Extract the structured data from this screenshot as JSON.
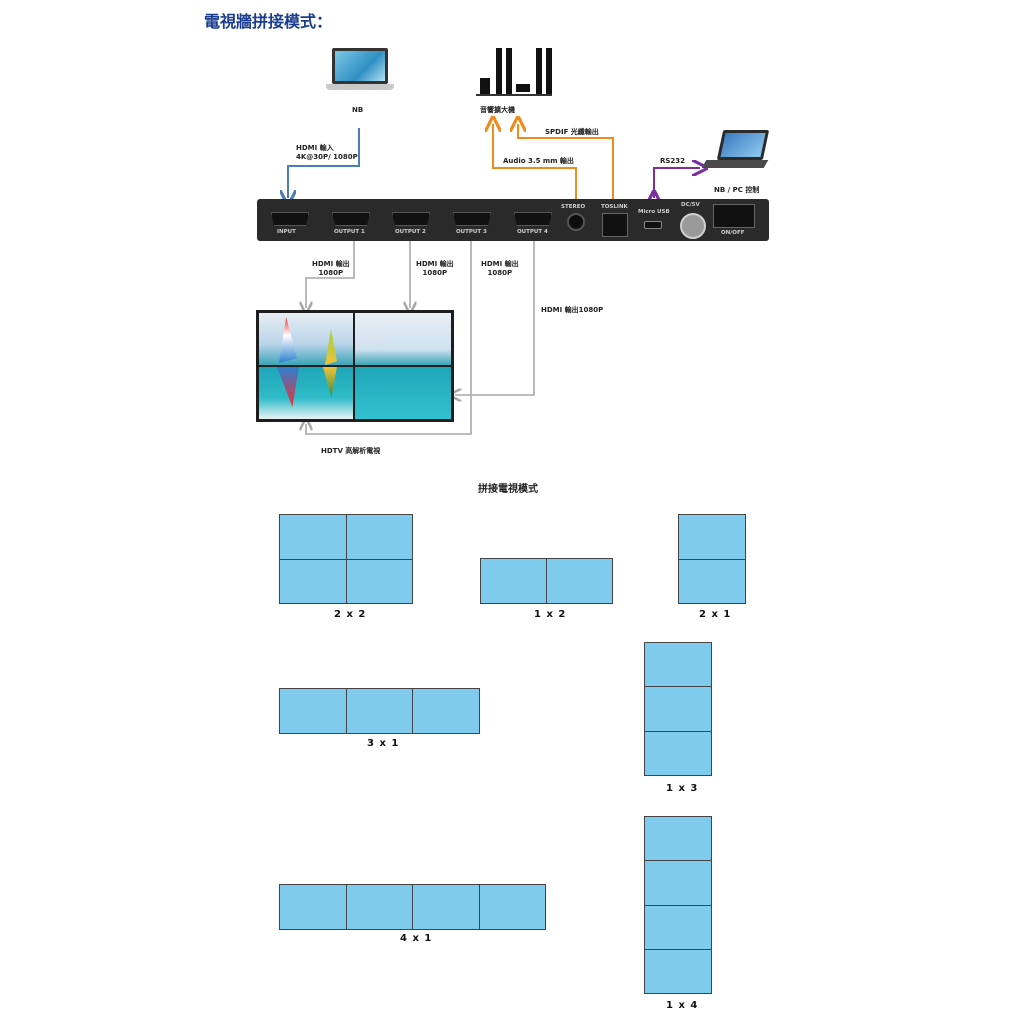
{
  "title": "電視牆拼接模式：",
  "devices": {
    "nb_label": "NB",
    "speaker_label": "音響擴大機",
    "pc_label": "NB / PC 控制",
    "tv_label": "HDTV 高解析電視"
  },
  "connections": {
    "hdmi_in": "HDMI 輸入\n4K@30P/ 1080P",
    "audio_out": "Audio 3.5 mm 輸出",
    "spdif_out": "SPDIF 光纖輸出",
    "rs232": "RS232",
    "out1": "HDMI 輸出\n1080P",
    "out2": "HDMI 輸出\n1080P",
    "out3": "HDMI 輸出\n1080P",
    "out4": "HDMI 輸出1080P"
  },
  "ports": {
    "input": "INPUT",
    "output1": "OUTPUT 1",
    "output2": "OUTPUT 2",
    "output3": "OUTPUT 3",
    "output4": "OUTPUT 4",
    "stereo": "STEREO",
    "toslink": "TOSLINK",
    "micro_usb": "Micro USB",
    "dc": "DC/5V",
    "onoff": "ON/OFF"
  },
  "modes_title": "拼接電視模式",
  "modes": [
    {
      "label": "2 x 2"
    },
    {
      "label": "1 x 2"
    },
    {
      "label": "2 x 1"
    },
    {
      "label": "3 x 1"
    },
    {
      "label": "1 x 3"
    },
    {
      "label": "4 x 1"
    },
    {
      "label": "1 x 4"
    }
  ],
  "colors": {
    "tile": "#7ecbee",
    "hdmi_in_line": "#4a7fb5",
    "audio_line": "#f08c1e",
    "rs232_line": "#7b2fa0",
    "output_line": "#a8a8a8"
  }
}
